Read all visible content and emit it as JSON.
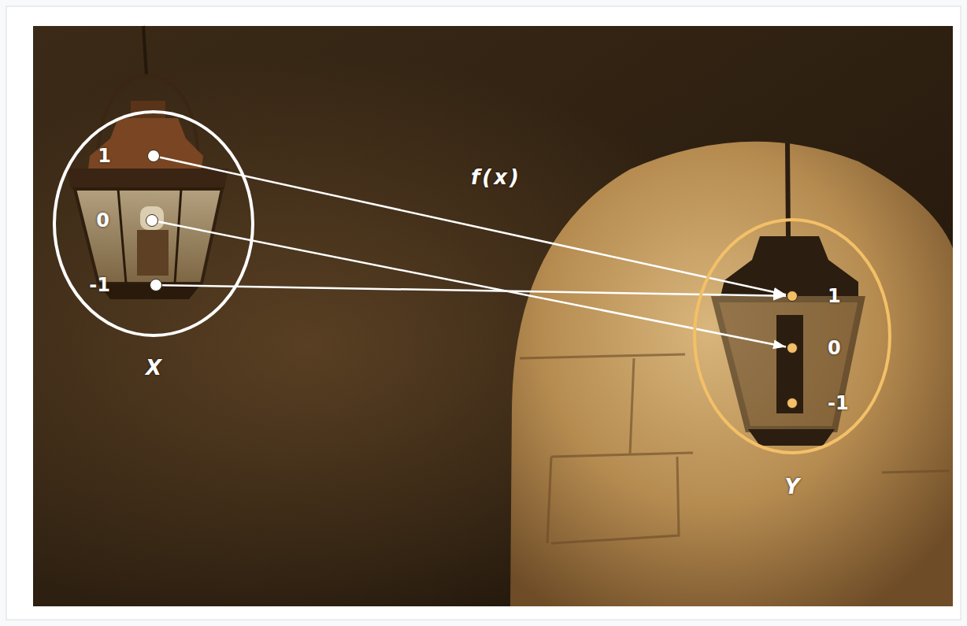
{
  "diagram": {
    "nodes": [
      {
        "text": [
          "X"
        ]
      },
      {
        "text": [
          "1"
        ],
        "in": 0
      },
      {
        "text": [
          "0"
        ],
        "in": 0
      },
      {
        "text": [
          "-1"
        ],
        "in": 0
      },
      {
        "text": [
          "Y"
        ]
      },
      {
        "text": [
          "1"
        ],
        "in": 4
      },
      {
        "text": [
          "0"
        ],
        "in": 4
      },
      {
        "text": [
          "-1"
        ],
        "in": 4
      }
    ],
    "edges": [
      {
        "from": 1,
        "to": 5,
        "arrow": "to"
      },
      {
        "from": 2,
        "to": 6,
        "arrow": "to"
      },
      {
        "from": 3,
        "to": 5,
        "arrow": "to"
      }
    ],
    "labels": [
      "f(x)"
    ]
  }
}
